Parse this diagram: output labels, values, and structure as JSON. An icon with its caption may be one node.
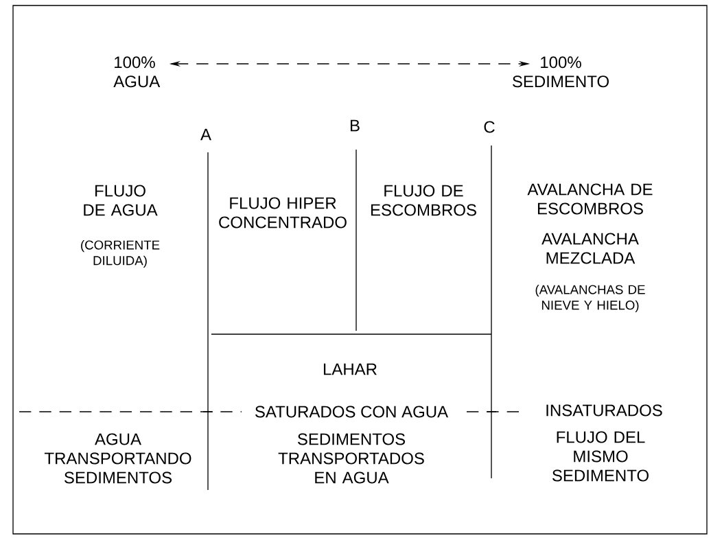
{
  "diagram": {
    "nodes": [
      {
        "text": [
          "100% AGUA"
        ]
      },
      {
        "text": [
          "100% SEDIMENTO"
        ]
      }
    ],
    "edges": [
      {
        "from": 0,
        "to": 1,
        "arrow": "both",
        "style": "dashed"
      }
    ],
    "labels": [
      "A",
      "B",
      "C",
      "FLUJO DE AGUA",
      "(CORRIENTE DILUIDA)",
      "FLUJO HIPER CONCENTRADO",
      "FLUJO DE ESCOMBROS",
      "AVALANCHA DE ESCOMBROS",
      "AVALANCHA MEZCLADA",
      "(AVALANCHAS DE NIEVE Y HIELO)",
      "LAHAR",
      "SATURADOS CON AGUA",
      "INSATURADOS",
      "AGUA TRANSPORTANDO SEDIMENTOS",
      "SEDIMENTOS TRANSPORTADOS EN AGUA",
      "FLUJO DEL MISMO SEDIMENTO"
    ]
  }
}
